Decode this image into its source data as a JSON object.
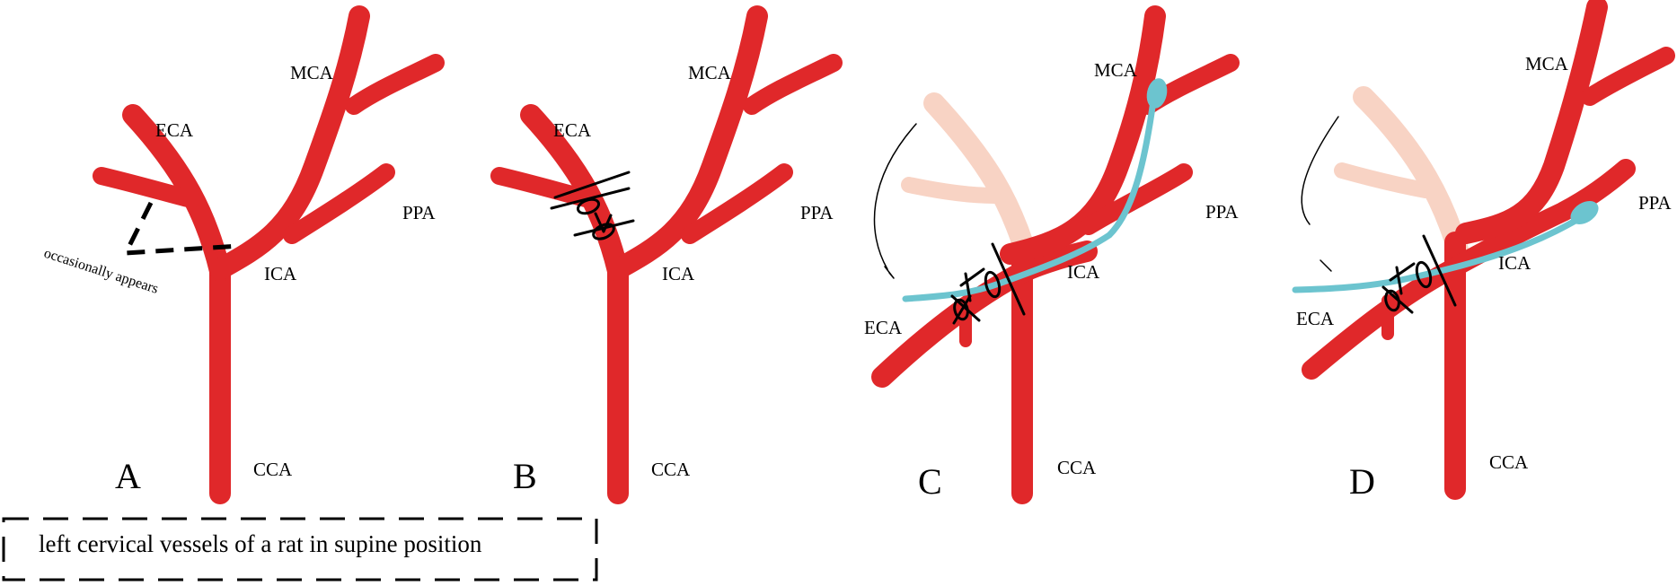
{
  "colors": {
    "artery": "#e0282a",
    "faded_artery": "#f8d3c4",
    "filament": "#6cc4cf",
    "suture": "#000000",
    "background": "#ffffff"
  },
  "vessel_labels": {
    "eca": "ECA",
    "mca": "MCA",
    "ppa": "PPA",
    "ica": "ICA",
    "cca": "CCA"
  },
  "panels": {
    "a": "A",
    "b": "B",
    "c": "C",
    "d": "D"
  },
  "annotation": "occasionally appears",
  "caption": "left cervical vessels of a rat in supine position"
}
